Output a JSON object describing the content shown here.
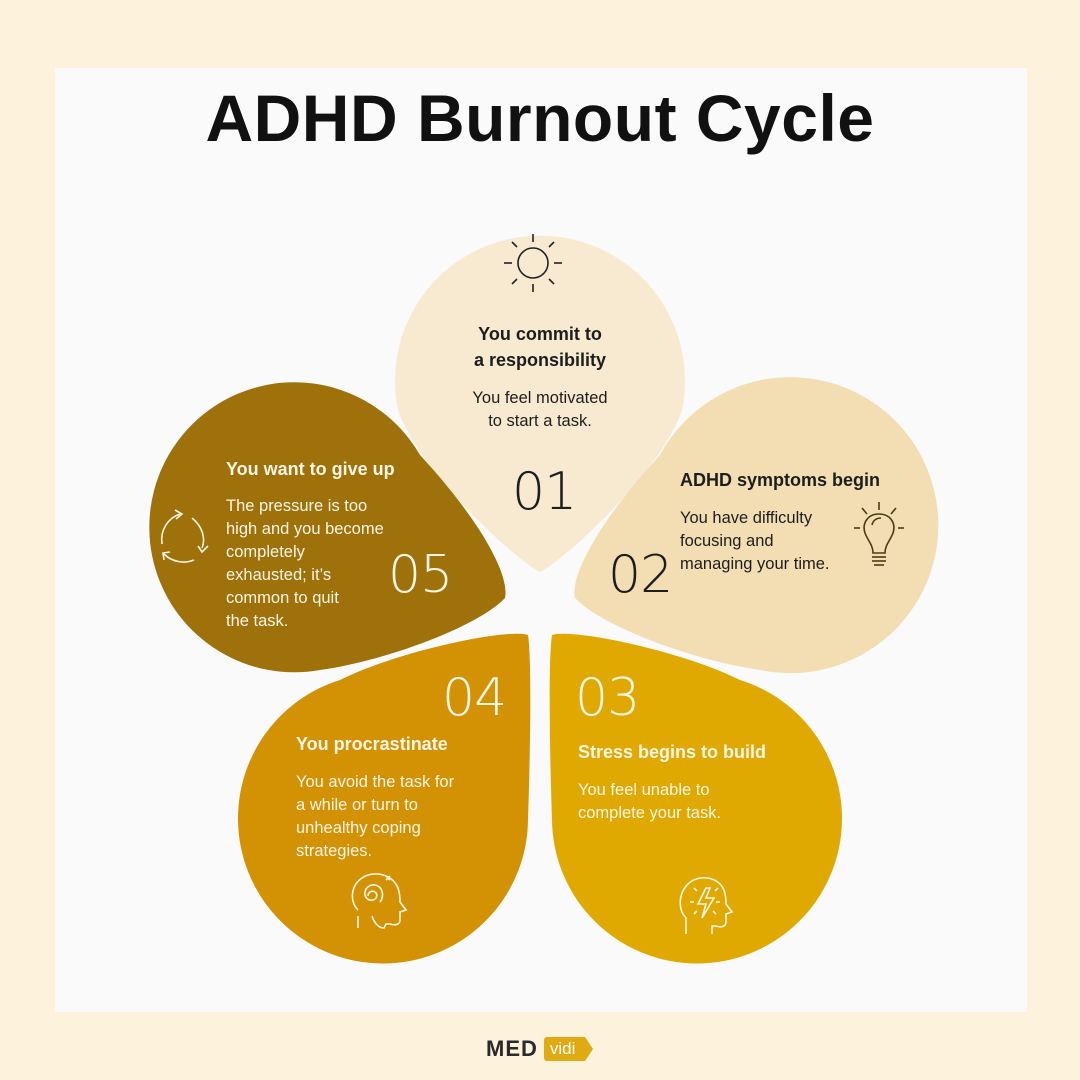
{
  "title": "ADHD Burnout Cycle",
  "colors": {
    "page_bg": "#fdf3dc",
    "card_bg": "#fafafa",
    "petal_1": "#f8ead0",
    "petal_2": "#f3deb3",
    "petal_3": "#dfa902",
    "petal_4": "#d39104",
    "petal_5": "#9e710a",
    "brand_accent": "#e0aa12"
  },
  "steps": [
    {
      "number": "01",
      "heading": "You commit to a responsibility",
      "heading_lines": [
        "You commit to",
        "a responsibility"
      ],
      "body": "You feel motivated to start a task.",
      "body_lines": [
        "You feel motivated",
        "to start a task."
      ],
      "icon": "sun-icon"
    },
    {
      "number": "02",
      "heading": "ADHD symptoms begin",
      "body": "You have difficulty focusing and managing your time.",
      "body_lines": [
        "You have difficulty",
        "focusing and",
        "managing your time."
      ],
      "icon": "lightbulb-icon"
    },
    {
      "number": "03",
      "heading": "Stress begins to build",
      "body": "You feel unable to complete your task.",
      "body_lines": [
        "You feel unable to",
        "complete your task."
      ],
      "icon": "head-lightning-icon"
    },
    {
      "number": "04",
      "heading": "You procrastinate",
      "body": "You avoid the task for a while or turn to unhealthy coping strategies.",
      "body_lines": [
        "You avoid the task for",
        "a while or turn to",
        "unhealthy coping",
        "strategies."
      ],
      "icon": "head-spiral-icon"
    },
    {
      "number": "05",
      "heading": "You want to give up",
      "body": "The pressure is too high and you become completely exhausted; it's common to quit the task.",
      "body_lines": [
        "The pressure is too",
        "high and you become",
        "completely",
        "exhausted; it’s",
        "common to quit",
        "the task."
      ],
      "icon": "cycle-arrows-icon"
    }
  ],
  "logo": {
    "part1": "MED",
    "part2": "vidi"
  }
}
